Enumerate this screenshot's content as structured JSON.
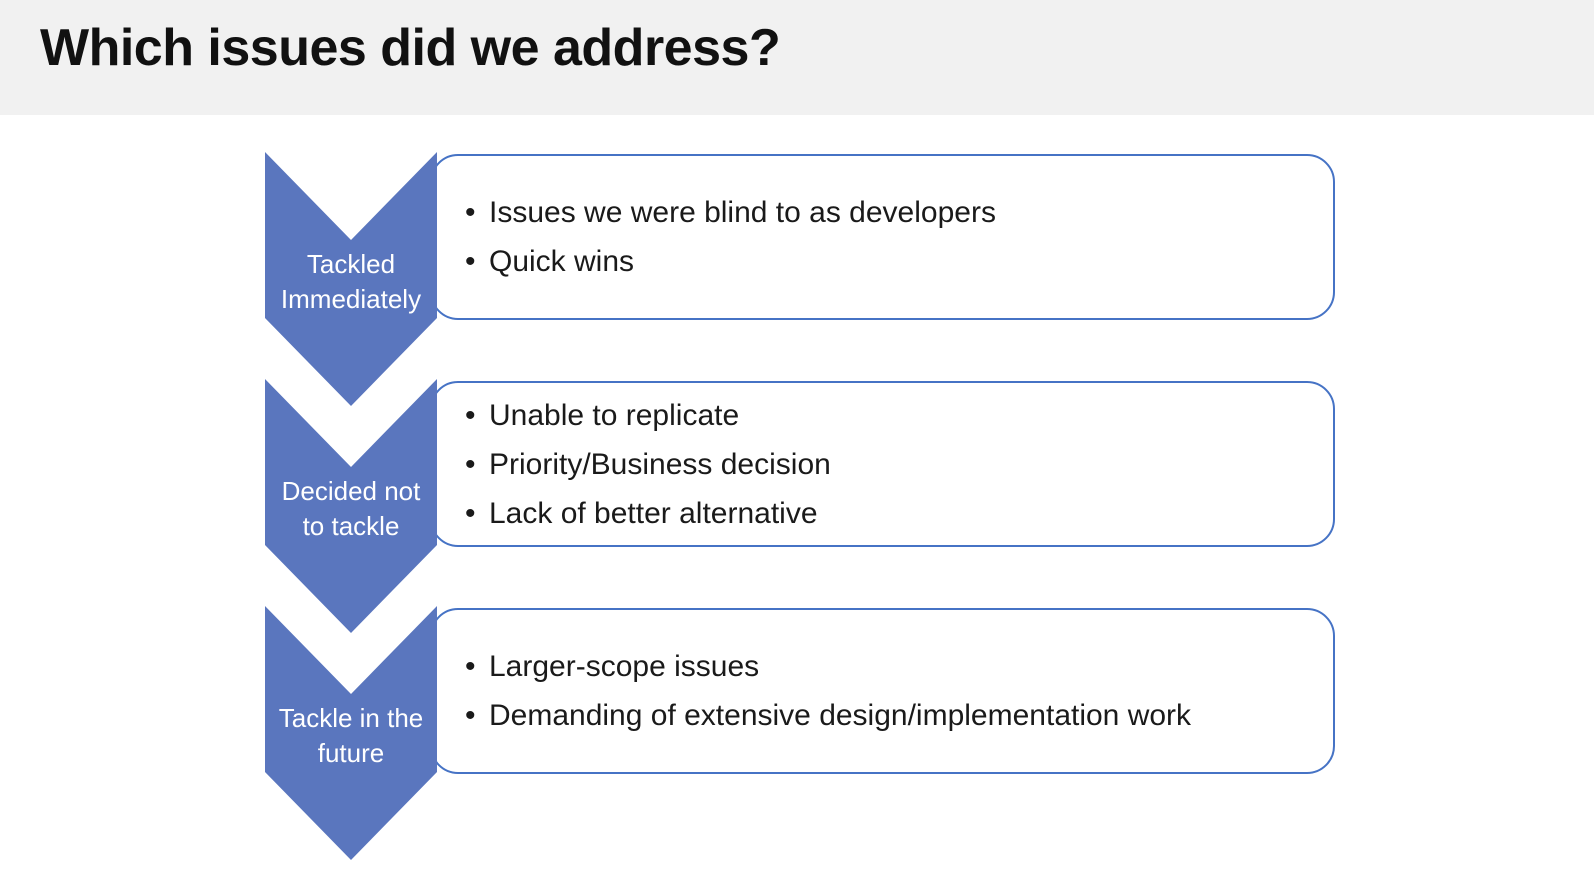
{
  "title": "Which issues did we address?",
  "rows": [
    {
      "label_lines": [
        "Tackled",
        "Immediately"
      ],
      "bullets": [
        "Issues we were blind to as developers",
        "Quick wins"
      ]
    },
    {
      "label_lines": [
        "Decided not",
        "to tackle"
      ],
      "bullets": [
        "Unable to replicate",
        "Priority/Business decision",
        "Lack of better alternative"
      ]
    },
    {
      "label_lines": [
        "Tackle in the",
        "future"
      ],
      "bullets": [
        "Larger-scope issues",
        "Demanding of extensive design/implementation work"
      ]
    }
  ],
  "colors": {
    "chevron_fill": "#5a76be",
    "box_border": "#4673c5",
    "title_band_bg": "#f1f1f1",
    "label_text": "#ffffff",
    "body_text": "#1a1a1a"
  }
}
